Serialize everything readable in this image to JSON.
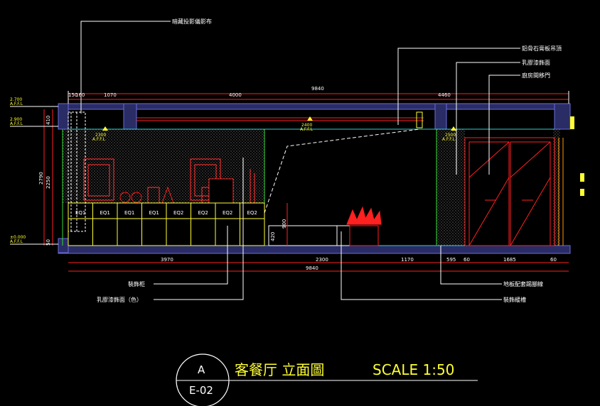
{
  "title": {
    "name": "客餐厅 立面圖",
    "scale": "SCALE 1:50",
    "marker_letter": "A",
    "marker_sheet": "E-02"
  },
  "callouts": {
    "projector": "暗藏投影儀影布",
    "gypsum_ceiling": "鋁骨石膏板吊頂",
    "latex_finish": "乳膠漆飾面",
    "kitchen_door": "廚房間移門",
    "cabinet": "裝飾柜",
    "latex_colored": "乳膠漆飾面（色）",
    "baseboard": "地板配套踢腳線",
    "decor_trough": "裝飾緩槽"
  },
  "dims_top": [
    "150",
    "160",
    "1070",
    "4000",
    "4460"
  ],
  "dim_top_total": "9840",
  "dims_bottom": [
    "3970",
    "2300",
    "1170",
    "595",
    "60",
    "1685",
    "60"
  ],
  "dim_bottom_total": "9840",
  "dims_left": [
    "410",
    "2790",
    "2250",
    "50"
  ],
  "dim_mid": "900",
  "dim_step": "420",
  "levels": [
    {
      "value": "2.700",
      "label": "A.F.F.L"
    },
    {
      "value": "2.900",
      "label": "A.F.F.L"
    },
    {
      "value": "±0.000",
      "label": "A.F.F.L"
    }
  ],
  "ceiling_marks": [
    {
      "value": "2300",
      "label": "A.F.F.L"
    },
    {
      "value": "2400",
      "label": "A.F.F.L"
    },
    {
      "value": "2500",
      "label": "A.F.F.L"
    }
  ],
  "cabinet_labels": [
    "EQ1",
    "EQ1",
    "EQ1",
    "EQ1",
    "EQ2",
    "EQ2",
    "EQ2",
    "EQ2"
  ]
}
